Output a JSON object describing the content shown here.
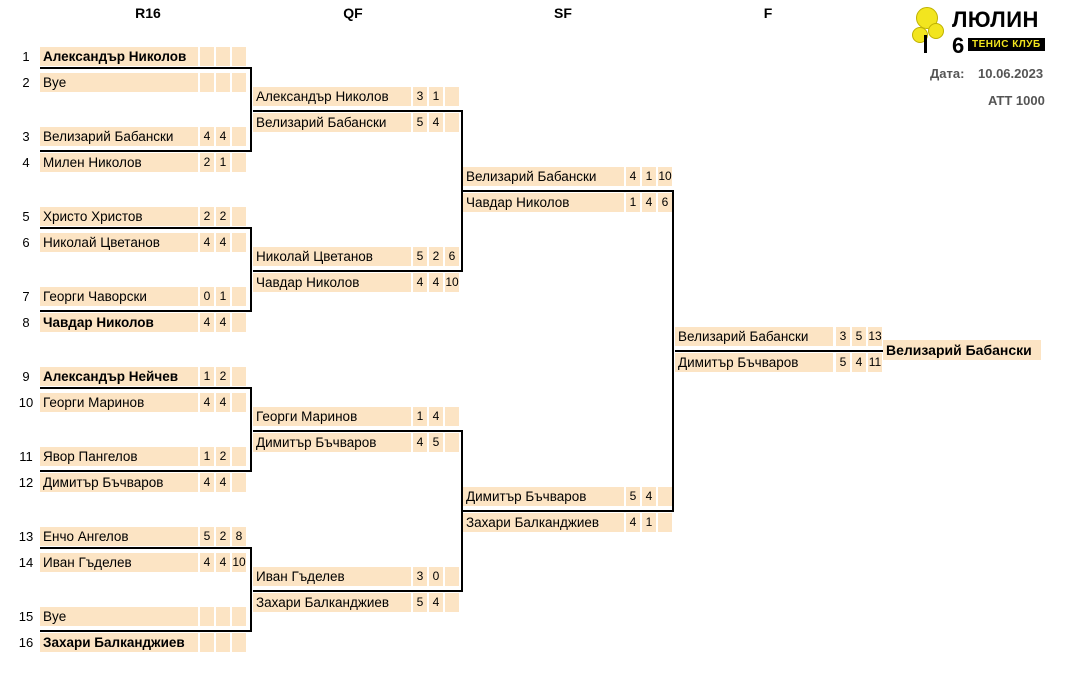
{
  "rounds": [
    "R16",
    "QF",
    "SF",
    "F"
  ],
  "logo": {
    "title": "ЛЮЛИН 6",
    "subtitle": "ТЕНИС КЛУБ"
  },
  "info": {
    "date_label": "Дата:",
    "date_value": "10.06.2023",
    "category": "ATT 1000"
  },
  "r16": [
    {
      "seed": "1",
      "name": "Александър Николов",
      "bold": true,
      "scores": [
        "",
        "",
        ""
      ]
    },
    {
      "seed": "2",
      "name": "Bye",
      "bold": false,
      "scores": [
        "",
        "",
        ""
      ]
    },
    {
      "seed": "3",
      "name": "Велизарий Бабански",
      "bold": false,
      "scores": [
        "4",
        "4",
        ""
      ]
    },
    {
      "seed": "4",
      "name": "Милен Николов",
      "bold": false,
      "scores": [
        "2",
        "1",
        ""
      ]
    },
    {
      "seed": "5",
      "name": "Христо Христов",
      "bold": false,
      "scores": [
        "2",
        "2",
        ""
      ]
    },
    {
      "seed": "6",
      "name": "Николай Цветанов",
      "bold": false,
      "scores": [
        "4",
        "4",
        ""
      ]
    },
    {
      "seed": "7",
      "name": "Георги Чаворски",
      "bold": false,
      "scores": [
        "0",
        "1",
        ""
      ]
    },
    {
      "seed": "8",
      "name": "Чавдар Николов",
      "bold": true,
      "scores": [
        "4",
        "4",
        ""
      ]
    },
    {
      "seed": "9",
      "name": "Александър Нейчев",
      "bold": true,
      "scores": [
        "1",
        "2",
        ""
      ]
    },
    {
      "seed": "10",
      "name": "Георги Маринов",
      "bold": false,
      "scores": [
        "4",
        "4",
        ""
      ]
    },
    {
      "seed": "11",
      "name": "Явор Пангелов",
      "bold": false,
      "scores": [
        "1",
        "2",
        ""
      ]
    },
    {
      "seed": "12",
      "name": "Димитър Бъчваров",
      "bold": false,
      "scores": [
        "4",
        "4",
        ""
      ]
    },
    {
      "seed": "13",
      "name": "Енчо Ангелов",
      "bold": false,
      "scores": [
        "5",
        "2",
        "8"
      ]
    },
    {
      "seed": "14",
      "name": "Иван Гъделев",
      "bold": false,
      "scores": [
        "4",
        "4",
        "10"
      ]
    },
    {
      "seed": "15",
      "name": "Bye",
      "bold": false,
      "scores": [
        "",
        "",
        ""
      ]
    },
    {
      "seed": "16",
      "name": "Захари Балканджиев",
      "bold": true,
      "scores": [
        "",
        "",
        ""
      ]
    }
  ],
  "qf": [
    {
      "name": "Александър Николов",
      "scores": [
        "3",
        "1",
        ""
      ]
    },
    {
      "name": "Велизарий Бабански",
      "scores": [
        "5",
        "4",
        ""
      ]
    },
    {
      "name": "Николай Цветанов",
      "scores": [
        "5",
        "2",
        "6"
      ]
    },
    {
      "name": "Чавдар Николов",
      "scores": [
        "4",
        "4",
        "10"
      ]
    },
    {
      "name": "Георги Маринов",
      "scores": [
        "1",
        "4",
        ""
      ]
    },
    {
      "name": "Димитър Бъчваров",
      "scores": [
        "4",
        "5",
        ""
      ]
    },
    {
      "name": "Иван Гъделев",
      "scores": [
        "3",
        "0",
        ""
      ]
    },
    {
      "name": "Захари Балканджиев",
      "scores": [
        "5",
        "4",
        ""
      ]
    }
  ],
  "sf": [
    {
      "name": "Велизарий Бабански",
      "scores": [
        "4",
        "1",
        "10"
      ]
    },
    {
      "name": "Чавдар Николов",
      "scores": [
        "1",
        "4",
        "6"
      ]
    },
    {
      "name": "Димитър Бъчваров",
      "scores": [
        "5",
        "4",
        ""
      ]
    },
    {
      "name": "Захари Балканджиев",
      "scores": [
        "4",
        "1",
        ""
      ]
    }
  ],
  "final": [
    {
      "name": "Велизарий Бабански",
      "scores": [
        "3",
        "5",
        "13"
      ]
    },
    {
      "name": "Димитър Бъчваров",
      "scores": [
        "5",
        "4",
        "11"
      ]
    }
  ],
  "champion": "Велизарий Бабански"
}
